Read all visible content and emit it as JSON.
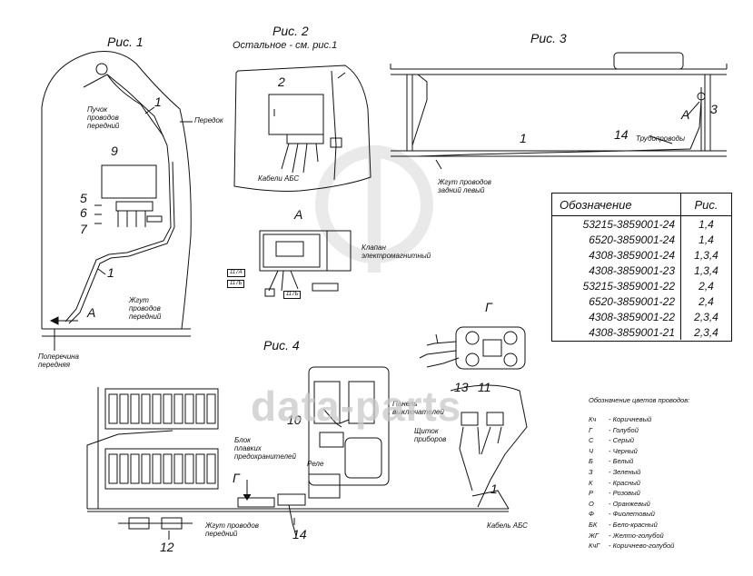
{
  "figures": {
    "fig1": "Рис. 1",
    "fig2": "Рис. 2",
    "fig2_note": "Остальное - см. рис.1",
    "fig3": "Рис. 3",
    "fig4": "Рис. 4"
  },
  "callouts": {
    "n1a": "1",
    "n1b": "1",
    "n1c": "1",
    "n1d": "1",
    "n2": "2",
    "n3": "3",
    "n5": "5",
    "n6": "6",
    "n7": "7",
    "n9": "9",
    "n10": "10",
    "n11": "11",
    "n12": "12",
    "n13": "13",
    "n14a": "14",
    "n14b": "14",
    "viewA1": "A",
    "viewA2": "A",
    "viewA3": "A",
    "viewG1": "Г",
    "viewG2": "Г"
  },
  "labels": {
    "bundle_front": [
      "Пучок",
      "проводов",
      "передний"
    ],
    "front": "Передок",
    "harness_front_1": [
      "Жгут",
      "проводов",
      "передний"
    ],
    "crossmember": [
      "Поперечина",
      "передняя"
    ],
    "abs_cables": "Кабели АБС",
    "valve": [
      "Клапан",
      "электромагнитный"
    ],
    "pipelines": "Трубопроводы",
    "harness_rear_left": [
      "Жгут проводов",
      "задний левый"
    ],
    "switch_panel": [
      "Панель",
      "выключателей"
    ],
    "instrument_panel": [
      "Щиток",
      "приборов"
    ],
    "fuse_block": [
      "Блок",
      "плавких",
      "предохранителей"
    ],
    "relay": "Реле",
    "harness_front_4": [
      "Жгут проводов",
      "передний"
    ],
    "abs_cable": "Кабель АБС"
  },
  "table": {
    "header": [
      "Обозначение",
      "Рис."
    ],
    "rows": [
      [
        "53215-3859001-24",
        "1,4"
      ],
      [
        "6520-3859001-24",
        "1,4"
      ],
      [
        "4308-3859001-24",
        "1,3,4"
      ],
      [
        "4308-3859001-23",
        "1,3,4"
      ],
      [
        "53215-3859001-22",
        "2,4"
      ],
      [
        "6520-3859001-22",
        "2,4"
      ],
      [
        "4308-3859001-22",
        "2,3,4"
      ],
      [
        "4308-3859001-21",
        "2,3,4"
      ]
    ]
  },
  "wire_colors": {
    "title": "Обозначение цветов проводов:",
    "items": [
      [
        "Кч",
        "- Коричневый"
      ],
      [
        "Г",
        "- Голубой"
      ],
      [
        "С",
        "- Серый"
      ],
      [
        "Ч",
        "- Черный"
      ],
      [
        "Б",
        "- Белый"
      ],
      [
        "З",
        "- Зеленый"
      ],
      [
        "К",
        "- Красный"
      ],
      [
        "Р",
        "- Розовый"
      ],
      [
        "О",
        "- Оранжевый"
      ],
      [
        "Ф",
        "- Фиолетовый"
      ],
      [
        "БК",
        "- Бело-красный"
      ],
      [
        "ЖГ",
        "- Желто-голубой"
      ],
      [
        "КчГ",
        "- Коричнево-голубой"
      ]
    ]
  },
  "connector_tags": {
    "t1": "117А",
    "t2": "117Б",
    "t3": "117Б"
  },
  "watermark": "data-parts"
}
